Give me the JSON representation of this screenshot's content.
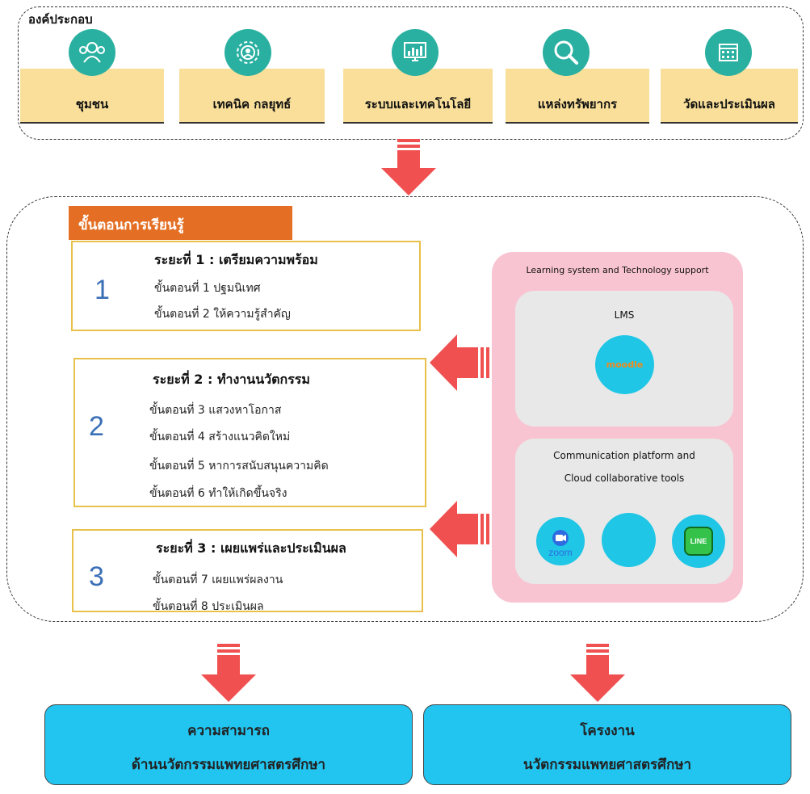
{
  "components": {
    "title": "องค์ประกอบ",
    "items": [
      {
        "label": "ชุมชน",
        "icon": "community-icon"
      },
      {
        "label": "เทคนิค กลยุทธ์",
        "icon": "strategy-gear-icon"
      },
      {
        "label": "ระบบและเทคโนโลยี",
        "icon": "computer-chart-icon"
      },
      {
        "label": "แหล่งทรัพยากร",
        "icon": "magnifier-icon"
      },
      {
        "label": "วัดและประเมินผล",
        "icon": "calendar-icon"
      }
    ]
  },
  "learning": {
    "title": "ขั้นตอนการเรียนรู้",
    "stages": [
      {
        "number": "1",
        "heading": "ระยะที่ 1 : เตรียมความพร้อม",
        "steps": [
          "ขั้นตอนที่ 1 ปฐมนิเทศ",
          "ขั้นตอนที่ 2 ให้ความรู้สำคัญ"
        ]
      },
      {
        "number": "2",
        "heading": "ระยะที่ 2 : ทำงานนวัตกรรม",
        "steps": [
          "ขั้นตอนที่ 3 แสวงหาโอกาส",
          "ขั้นตอนที่ 4 สร้างแนวคิดใหม่",
          "ขั้นตอนที่ 5 หาการสนับสนุนความคิด",
          "ขั้นตอนที่ 6 ทำให้เกิดขึ้นจริง"
        ]
      },
      {
        "number": "3",
        "heading": "ระยะที่ 3 : เผยแพร่และประเมินผล",
        "steps": [
          "ขั้นตอนที่ 7 เผยแพร่ผลงาน",
          "ขั้นตอนที่ 8 ประเมินผล"
        ]
      }
    ]
  },
  "support": {
    "title": "Learning system and Technology support",
    "lms": {
      "label": "LMS",
      "logo_text": "moodle"
    },
    "comm": {
      "line1": "Communication platform and",
      "line2": "Cloud collaborative tools",
      "zoom": "zoom",
      "line": "LINE"
    }
  },
  "outcomes": [
    {
      "line1": "ความสามารถ",
      "line2": "ด้านนวัตกรรมแพทยศาสตรศึกษา"
    },
    {
      "line1": "โครงงาน",
      "line2": "นวัตกรรมแพทยศาสตรศึกษา"
    }
  ],
  "colors": {
    "component_fill": "#f9df9a",
    "icon_teal": "#2ab0a1",
    "arrow_red": "#f05050",
    "orange": "#e46f24",
    "stage_border": "#e8c04a",
    "number_blue": "#3b6fb6",
    "pink": "#f9c4d2",
    "grey": "#e8e8e8",
    "cyan": "#22c4f0"
  }
}
